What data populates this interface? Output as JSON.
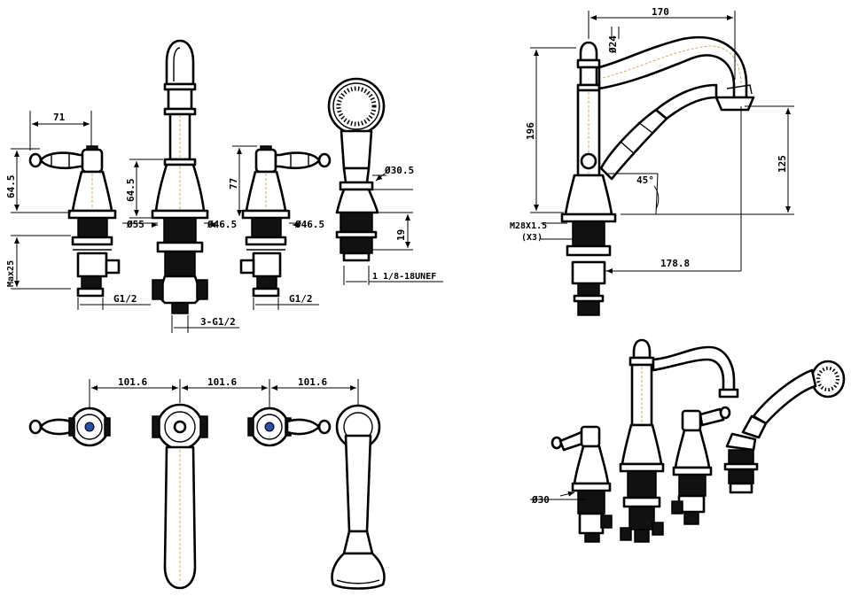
{
  "front_view": {
    "d_71": "71",
    "d_64_5_left": "64.5",
    "d_max25": "Max25",
    "d_64_5_center": "64.5",
    "d_77": "77",
    "d_55": "Ø55",
    "d_46_5_a": "Ø46.5",
    "d_46_5_b": "Ø46.5",
    "d_30_5": "Ø30.5",
    "d_19": "19",
    "d_unef": "1 1/8-18UNEF",
    "d_g12_left": "G1/2",
    "d_g12_right": "G1/2",
    "d_3g12": "3-G1/2"
  },
  "side_view": {
    "d_170": "170",
    "d_24": "Ø24",
    "d_196": "196",
    "d_125": "125",
    "d_45": "45°",
    "d_m28": "M28X1.5",
    "d_x3": "(X3)",
    "d_178_8": "178.8"
  },
  "top_view": {
    "d_101_6_a": "101.6",
    "d_101_6_b": "101.6",
    "d_101_6_c": "101.6"
  },
  "iso_view": {
    "d_30": "Ø30"
  },
  "colors": {
    "line": "#000000",
    "hot_cap": "#2a4fa8",
    "chrome_dash": "#c9a75a"
  }
}
